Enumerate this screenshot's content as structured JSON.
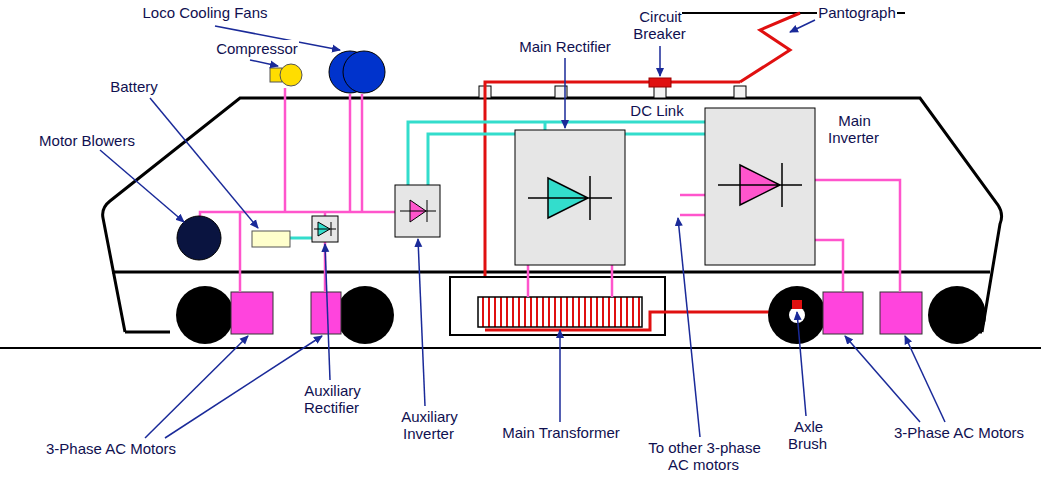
{
  "diagram": {
    "labels": [
      "Loco Cooling Fans",
      "Compressor",
      "Battery",
      "Motor Blowers",
      "Main Rectifier",
      "Circuit Breaker",
      "Pantograph",
      "DC Link",
      "Main Inverter",
      "3-Phase AC Motors",
      "Auxiliary Rectifier",
      "Auxiliary Inverter",
      "Main Transformer",
      "To other 3-phase AC motors",
      "Axle Brush",
      "3-Phase AC Motors"
    ]
  }
}
